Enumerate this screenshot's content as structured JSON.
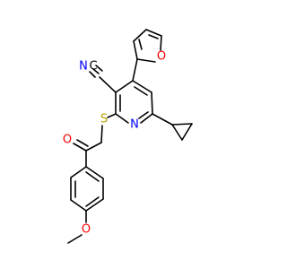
{
  "colors": {
    "bond": "#000000",
    "background": "#ffffff",
    "carbon": "#000000",
    "nitrogen": "#0000ff",
    "oxygen": "#ff0000",
    "sulfur": "#b8a000"
  },
  "labels": {
    "nitrile_N": "N",
    "nitrile_C": "C",
    "pyridine_N": "N",
    "thioether_S": "S",
    "furan_O": "O",
    "carbonyl_O": "O",
    "methoxy_O": "O"
  }
}
